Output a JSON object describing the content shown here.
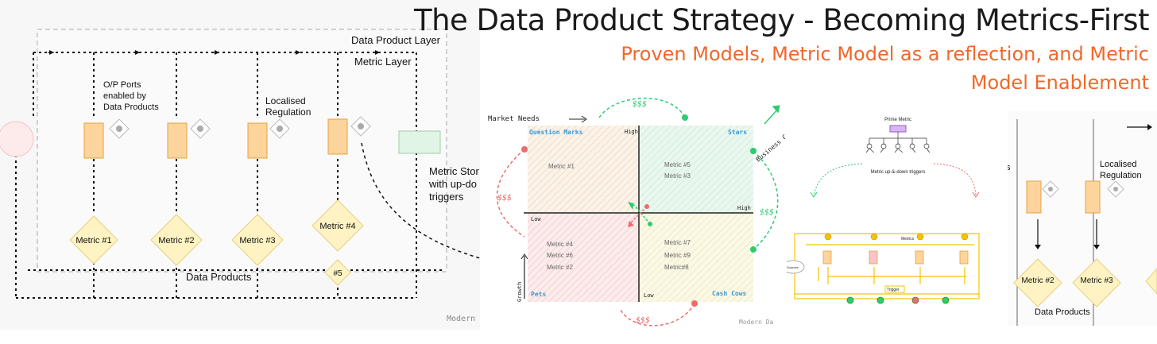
{
  "header": {
    "title": "The Data Product Strategy - Becoming Metrics-First",
    "subtitle": "Proven Models, Metric Model as a reflection, and Metric Model Enablement"
  },
  "left_diagram": {
    "data_product_layer": "Data Product Layer",
    "metric_layer": "Metric Layer",
    "op_ports": [
      "O/P Ports",
      "enabled by",
      "Data Products"
    ],
    "localised": [
      "Localised",
      "Regulation"
    ],
    "metric_store": [
      "Metric Stor",
      "with up-do",
      "triggers"
    ],
    "metrics": [
      "Metric #1",
      "Metric #2",
      "Metric #3",
      "Metric #4"
    ],
    "metric5": "#5",
    "data_products": "Data Products",
    "watermark": "Modern"
  },
  "bcg_matrix": {
    "market_needs": "Market Needs",
    "growth": "Growth",
    "business_growth": "Business Growth",
    "high_top": "High",
    "high_right": "High",
    "low_left": "Low",
    "low_bottom": "Low",
    "quadrants": {
      "question_marks": "Question Marks",
      "stars": "Stars",
      "pets": "Pets",
      "cash_cows": "Cash Cows"
    },
    "q1_metrics": [
      "Metric #1"
    ],
    "q2_metrics": [
      "Metric #5",
      "Metric #3"
    ],
    "q3_metrics": [
      "Metric #4",
      "Metric #6",
      "Metric #2"
    ],
    "q4_metrics": [
      "Metric #7",
      "Metric #9",
      "Metric#8"
    ],
    "money": "$$$",
    "watermark": "Modern Da"
  },
  "metric_tree": {
    "prime": "Prime Metric",
    "triggers": "Metric up-&-down triggers",
    "metrics": "Metrics",
    "sources": "Sources",
    "trigger": "Trigger"
  },
  "right_diagram": {
    "localised": [
      "Localised",
      "Regulation"
    ],
    "metrics": [
      "Metric #2",
      "Metric #3"
    ],
    "data_products": "Data Products",
    "edge_letter": "s"
  },
  "colors": {
    "accent": "#f0682a",
    "port": "#fdd59c",
    "port_border": "#e8a040",
    "metric_diamond": "#fff3c4",
    "metric_border": "#e6cf7c",
    "green": "#2ecc71",
    "red": "#ef6b6b"
  }
}
